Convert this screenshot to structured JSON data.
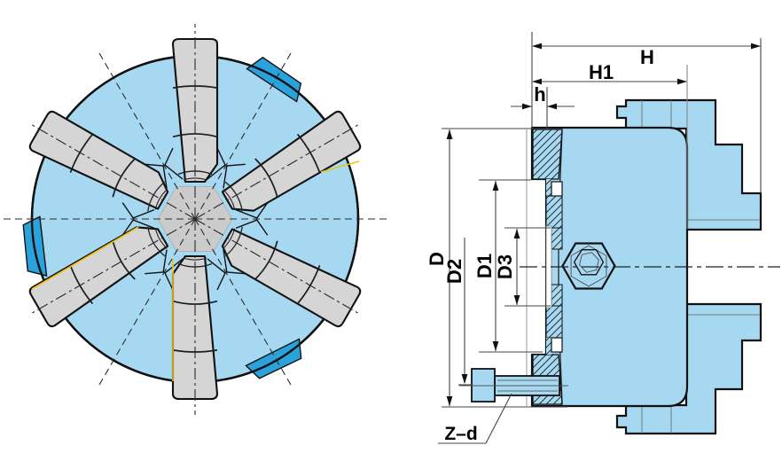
{
  "drawing": {
    "labels": {
      "H": "H",
      "H1": "H1",
      "h": "h",
      "D": "D",
      "D2": "D2",
      "D1": "D1",
      "D3": "D3",
      "Zd": "Z–d"
    },
    "colors": {
      "body": "#a6d8f2",
      "lug": "#2aa2dc",
      "jaw": "#d5d5d5",
      "hub": "#cbcbcb",
      "outline": "#111111",
      "dim": "#444444",
      "accent": "#f2c40f",
      "innerline": "#777777"
    }
  }
}
